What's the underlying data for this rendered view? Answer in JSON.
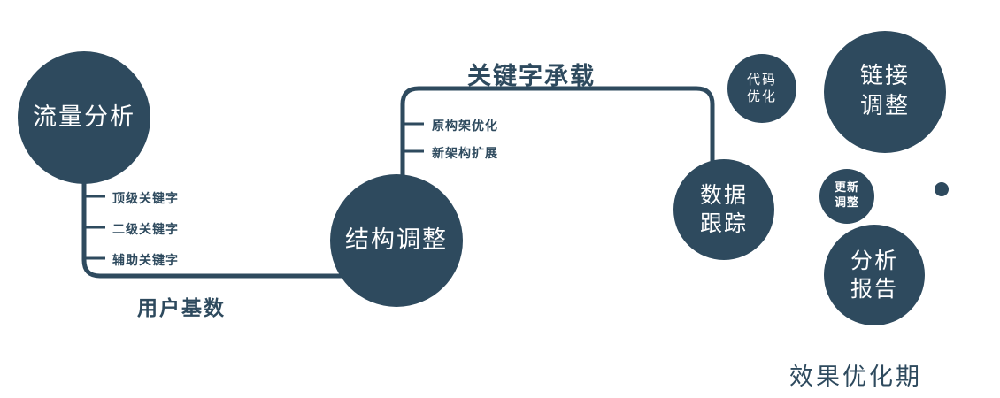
{
  "colors": {
    "accent": "#2e4a5e",
    "node_text": "#ffffff",
    "background": "#ffffff"
  },
  "nodes": {
    "traffic_analysis": {
      "label": "流量分析"
    },
    "structure_adjustment": {
      "label": "结构调整"
    },
    "data_tracking": {
      "line1": "数据",
      "line2": "跟踪"
    },
    "code_optimization": {
      "line1": "代码",
      "line2": "优化"
    },
    "link_adjustment": {
      "line1": "链接",
      "line2": "调整"
    },
    "update_adjustment": {
      "line1": "更新",
      "line2": "调整"
    },
    "analysis_report": {
      "line1": "分析",
      "line2": "报告"
    }
  },
  "edge_labels": {
    "user_base": "用户基数",
    "keyword_load": "关键字承载"
  },
  "branch_labels": {
    "top_keyword": "顶级关键字",
    "secondary_keyword": "二级关键字",
    "auxiliary_keyword": "辅助关键字",
    "original_framework_optimization": "原构架优化",
    "new_framework_expansion": "新架构扩展"
  },
  "caption": {
    "effect_optimization_period": "效果优化期"
  }
}
